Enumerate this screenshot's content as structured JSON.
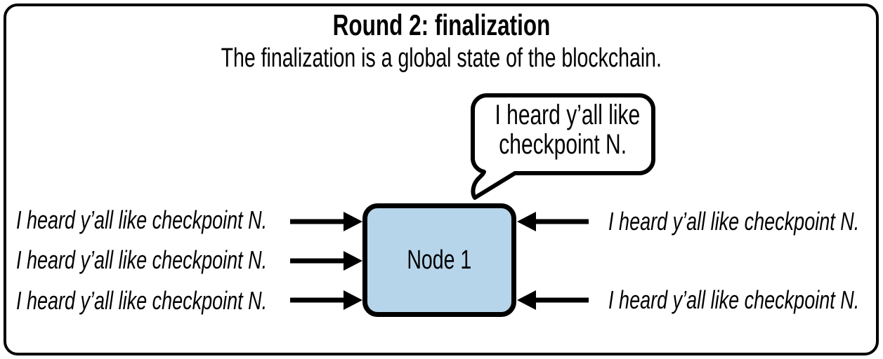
{
  "diagram": {
    "title": "Round 2: finalization",
    "subtitle": "The finalization is a global state of the blockchain.",
    "speech_bubble": {
      "line1": "I heard y’all like",
      "line2": "checkpoint N."
    },
    "node": {
      "label": "Node 1"
    },
    "left_messages": [
      "I heard y’all like checkpoint N.",
      "I heard y’all like checkpoint N.",
      "I heard y’all like checkpoint N."
    ],
    "right_messages": [
      "I heard y’all like checkpoint N.",
      "I heard y’all like checkpoint N."
    ],
    "colors": {
      "outline": "#000000",
      "node_fill": "#b7d5ea",
      "background": "#ffffff"
    }
  }
}
